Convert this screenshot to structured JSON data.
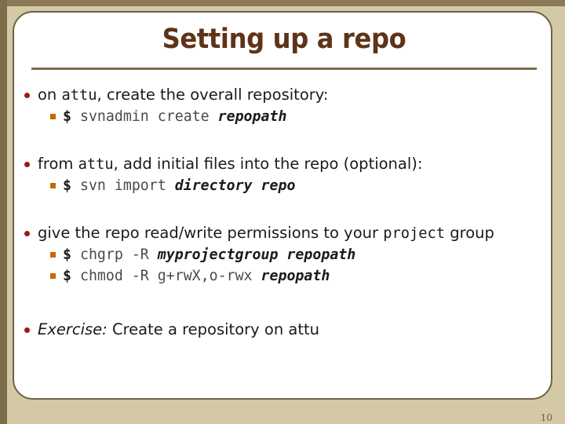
{
  "slide": {
    "title": "Setting up a repo",
    "page_number": "10",
    "colors": {
      "background": "#d3c9a6",
      "panel": "#ffffff",
      "panel_border": "#6f6244",
      "title": "#5e3317",
      "rule": "#7c6d4a",
      "bullet_level1": "#9e1b10",
      "bullet_level2": "#cc6600",
      "code_gray": "#4a4a4a",
      "page_number": "#6b5f43"
    }
  },
  "bullets": [
    {
      "id": "create-repo",
      "level1": {
        "runs": [
          {
            "text": "on ",
            "style": "sans"
          },
          {
            "text": "attu",
            "style": "mono"
          },
          {
            "text": ", create the overall repository:",
            "style": "sans"
          }
        ]
      },
      "level2": [
        {
          "runs": [
            {
              "text": "$",
              "style": "mono-b"
            },
            {
              "text": " svnadmin create ",
              "style": "mono-gray"
            },
            {
              "text": "repopath",
              "style": "mono-bi"
            }
          ]
        }
      ]
    },
    {
      "id": "import-files",
      "level1": {
        "runs": [
          {
            "text": "from ",
            "style": "sans"
          },
          {
            "text": "attu",
            "style": "mono"
          },
          {
            "text": ", add initial files into the repo (optional):",
            "style": "sans"
          }
        ]
      },
      "level2": [
        {
          "runs": [
            {
              "text": "$",
              "style": "mono-b"
            },
            {
              "text": " svn import ",
              "style": "mono-gray"
            },
            {
              "text": "directory repo",
              "style": "mono-bi"
            }
          ]
        }
      ]
    },
    {
      "id": "permissions",
      "level1": {
        "runs": [
          {
            "text": "give the repo read/write permissions to your ",
            "style": "sans"
          },
          {
            "text": "project",
            "style": "mono"
          },
          {
            "text": " group",
            "style": "sans"
          }
        ]
      },
      "level2": [
        {
          "runs": [
            {
              "text": "$",
              "style": "mono-b"
            },
            {
              "text": " chgrp -R ",
              "style": "mono-gray"
            },
            {
              "text": "myprojectgroup repopath",
              "style": "mono-bi"
            }
          ]
        },
        {
          "runs": [
            {
              "text": "$",
              "style": "mono-b"
            },
            {
              "text": " chmod -R g+rwX,o-rwx ",
              "style": "mono-gray"
            },
            {
              "text": "repopath",
              "style": "mono-bi"
            }
          ]
        }
      ]
    },
    {
      "id": "exercise",
      "level1": {
        "runs": [
          {
            "text": "Exercise:",
            "style": "sans-i"
          },
          {
            "text": "  Create a repository on attu",
            "style": "sans"
          }
        ]
      },
      "level2": []
    }
  ]
}
